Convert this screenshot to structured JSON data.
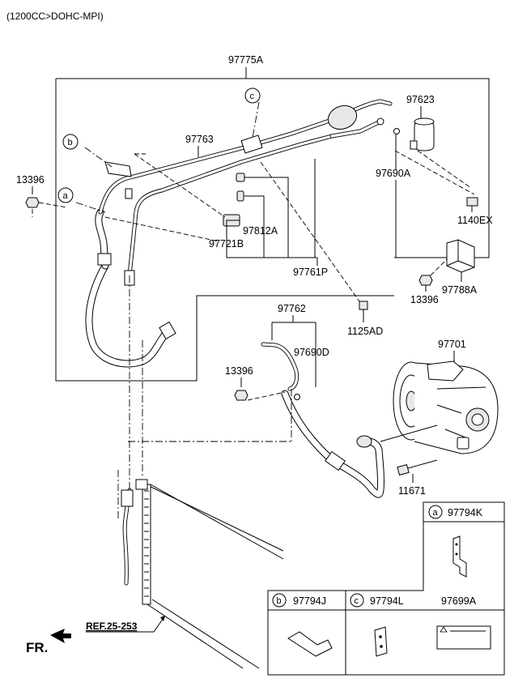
{
  "header": {
    "engine_spec": "(1200CC>DOHC-MPI)"
  },
  "labels": {
    "p97775A": "97775A",
    "p97763": "97763",
    "p97623": "97623",
    "p97690A": "97690A",
    "p13396_left": "13396",
    "p1140EX": "1140EX",
    "p97812A": "97812A",
    "p97721B": "97721B",
    "p97761P": "97761P",
    "p97788A": "97788A",
    "p13396_right": "13396",
    "p97762": "97762",
    "p1125AD": "1125AD",
    "p97690D": "97690D",
    "p97701": "97701",
    "p13396_mid": "13396",
    "p11671": "11671"
  },
  "callouts": {
    "a": "a",
    "b": "b",
    "c": "c"
  },
  "reference": "REF.25-253",
  "direction": "FR.",
  "legend": {
    "a_code": "97794K",
    "b_code": "97794J",
    "c_code": "97794L",
    "label_code": "97699A"
  }
}
